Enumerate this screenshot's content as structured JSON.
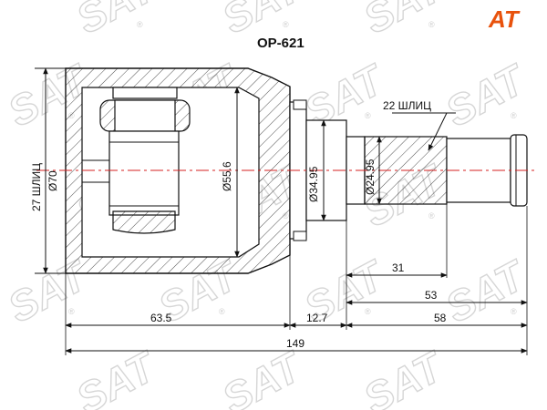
{
  "title": "OP-621",
  "watermark": "SAT",
  "registered_mark": "®",
  "logo": {
    "text": "AT",
    "color": "#e8520c"
  },
  "labels": {
    "splines_outer": "27 ШЛИЦ",
    "dia_outer": "Ø70",
    "splines_shaft": "22 ШЛИЦ",
    "dia_housing": "Ø55.6",
    "dia_seal": "Ø34.95",
    "dia_shaft": "Ø24.95"
  },
  "dimensions": {
    "d31": "31",
    "d53": "53",
    "d63": "63.5",
    "d12": "12.7",
    "d58": "58",
    "d149": "149"
  },
  "colors": {
    "line": "#111111",
    "center": "#d42020",
    "watermark": "#d9d9d9"
  }
}
